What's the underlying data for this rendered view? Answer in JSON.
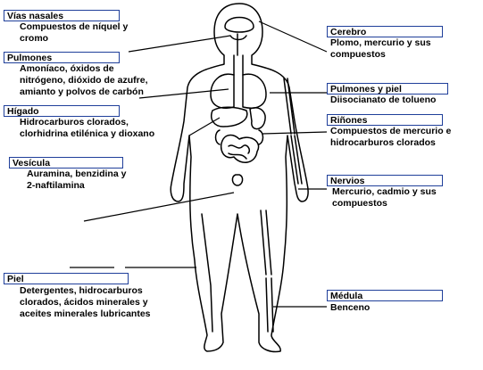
{
  "labels": {
    "vias_nasales": {
      "title": "Vías nasales",
      "text": "Compuestos de níquel y\ncromo"
    },
    "pulmones": {
      "title": "Pulmones",
      "text": "Amoníaco, óxidos de\nnitrógeno, dióxido de azufre,\namianto y polvos de carbón"
    },
    "higado": {
      "title": "Hígado",
      "text": "Hidrocarburos clorados,\nclorhidrina etilénica y dioxano"
    },
    "vesicula": {
      "title": "Vesícula",
      "text": "Auramina, benzidina y\n2-naftilamina"
    },
    "piel": {
      "title": "Piel",
      "text": "Detergentes, hidrocarburos\nclorados, ácidos minerales y\naceites minerales lubricantes"
    },
    "cerebro": {
      "title": "Cerebro",
      "text": "Plomo, mercurio y sus\ncompuestos"
    },
    "pulmones_piel": {
      "title": "Pulmones y piel",
      "text": "Diisocianato de tolueno"
    },
    "rinones": {
      "title": "Riñones",
      "text": "Compuestos de mercurio e\nhidrocarburos clorados"
    },
    "nervios": {
      "title": "Nervios",
      "text": "Mercurio, cadmio y sus\ncompuestos"
    },
    "medula": {
      "title": "Médula",
      "text": "Benceno"
    }
  },
  "colors": {
    "box_border": "#1f3f9a",
    "ink": "#000000"
  }
}
